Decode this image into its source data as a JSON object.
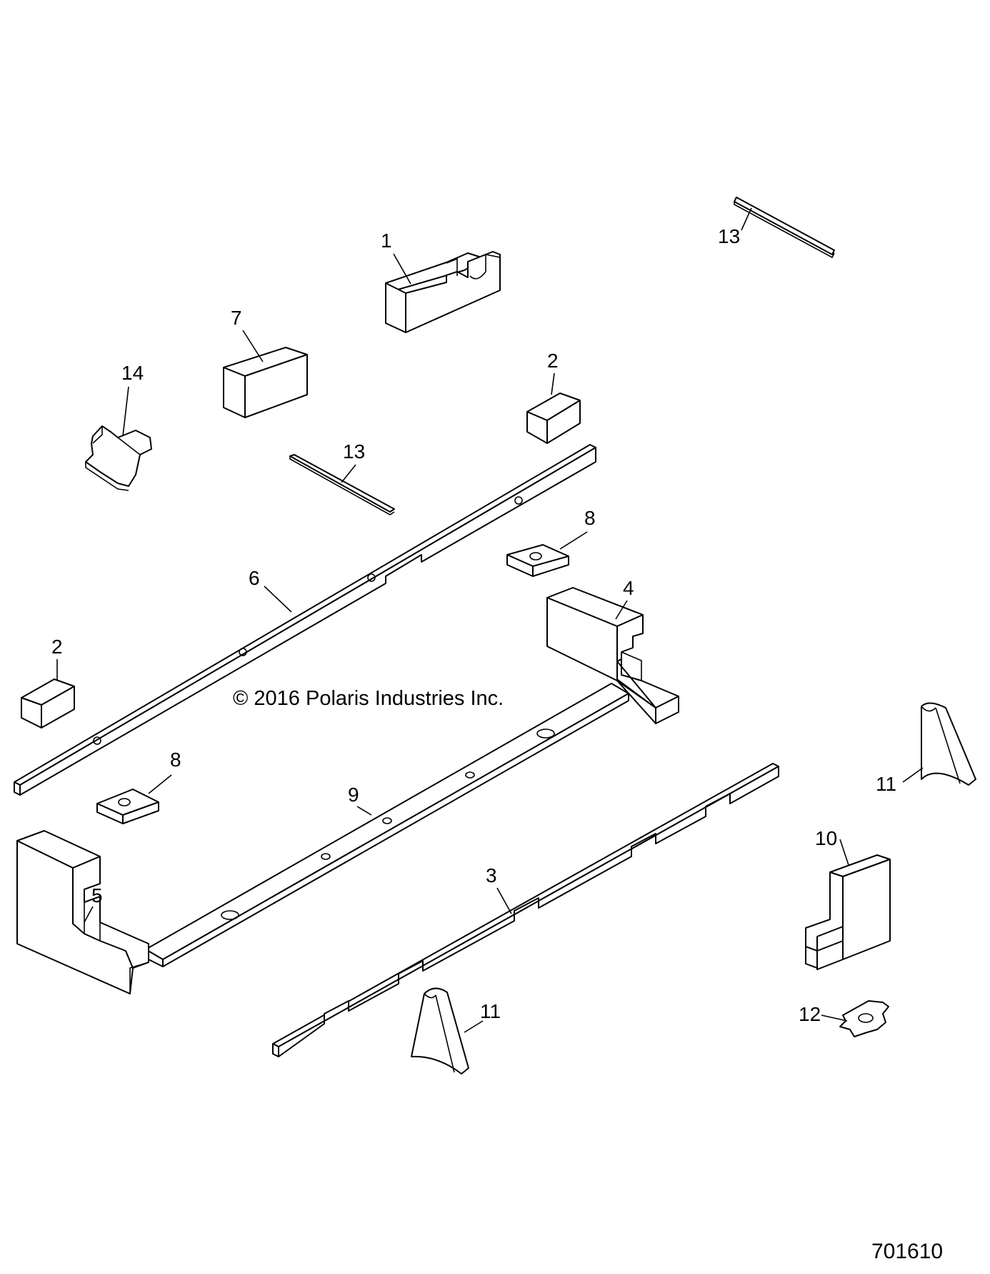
{
  "copyright": "© 2016 Polaris Industries Inc.",
  "figure_number": "701610",
  "callouts": {
    "c1": "1",
    "c2a": "2",
    "c2b": "2",
    "c3": "3",
    "c4": "4",
    "c5": "5",
    "c6": "6",
    "c7": "7",
    "c8a": "8",
    "c8b": "8",
    "c9": "9",
    "c10": "10",
    "c11a": "11",
    "c11b": "11",
    "c12": "12",
    "c13a": "13",
    "c13b": "13",
    "c14": "14"
  }
}
